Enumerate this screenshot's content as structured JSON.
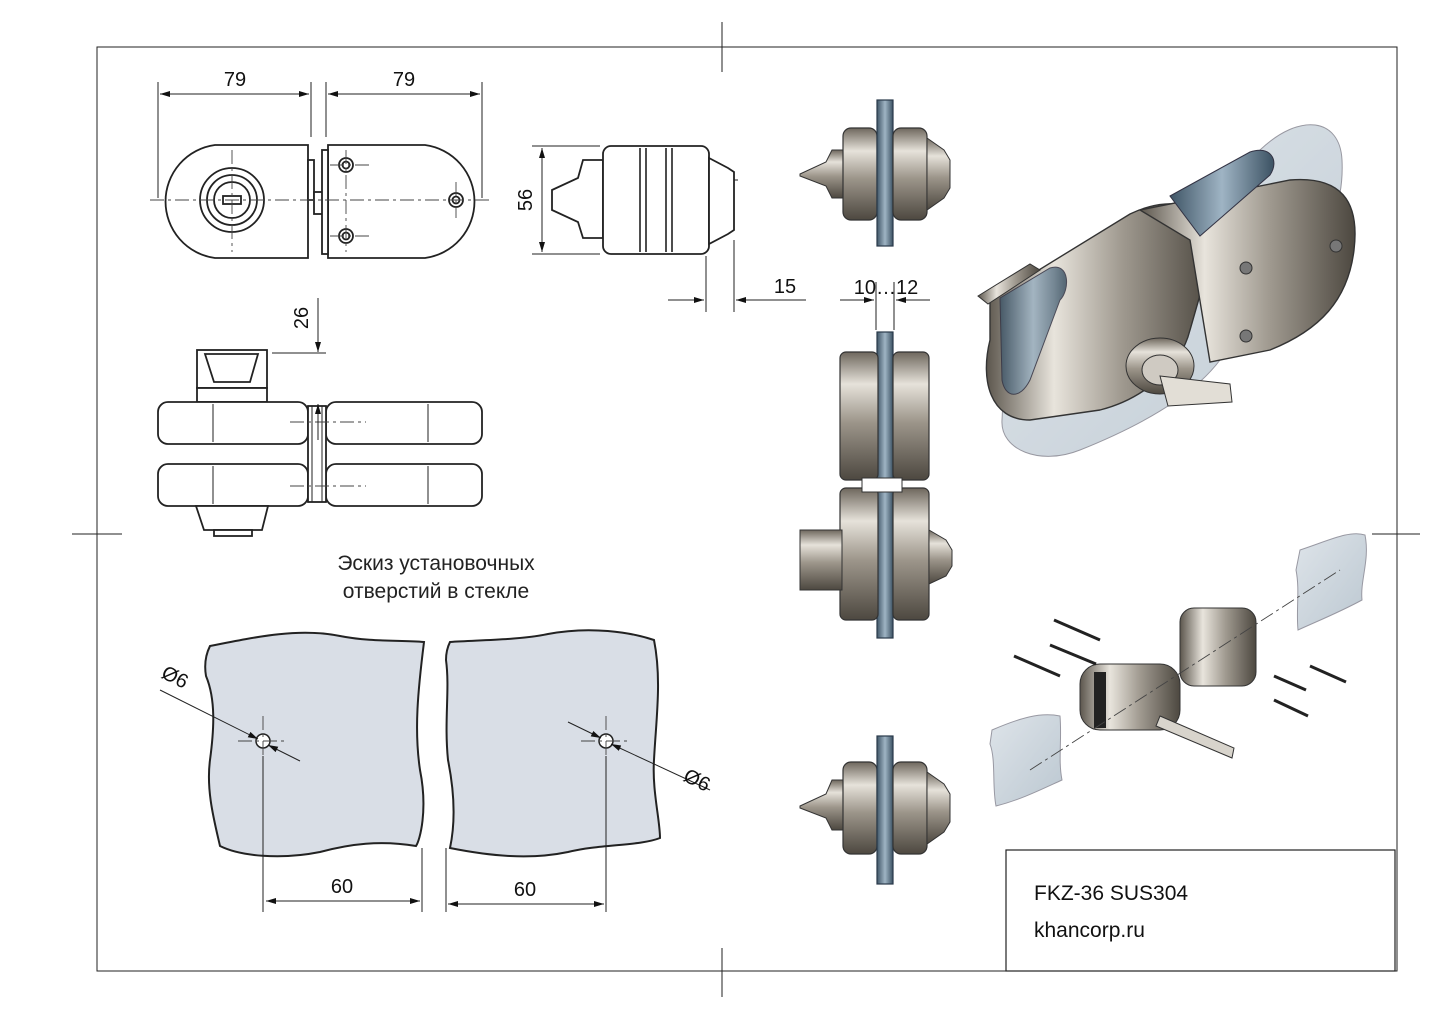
{
  "dimensions": {
    "top_left_width": "79",
    "top_right_width": "79",
    "side_height": "56",
    "side_depth": "15",
    "glass_thickness": "10…12",
    "knob_height": "26",
    "hole_diameter_left": "Ø6",
    "hole_diameter_right": "Ø6",
    "hole_offset_left": "60",
    "hole_offset_right": "60"
  },
  "sketch_caption": {
    "line1": "Эскиз установочных",
    "line2": "отверстий в стекле"
  },
  "title_block": {
    "model": "FKZ-36 SUS304",
    "website": "khancorp.ru"
  }
}
